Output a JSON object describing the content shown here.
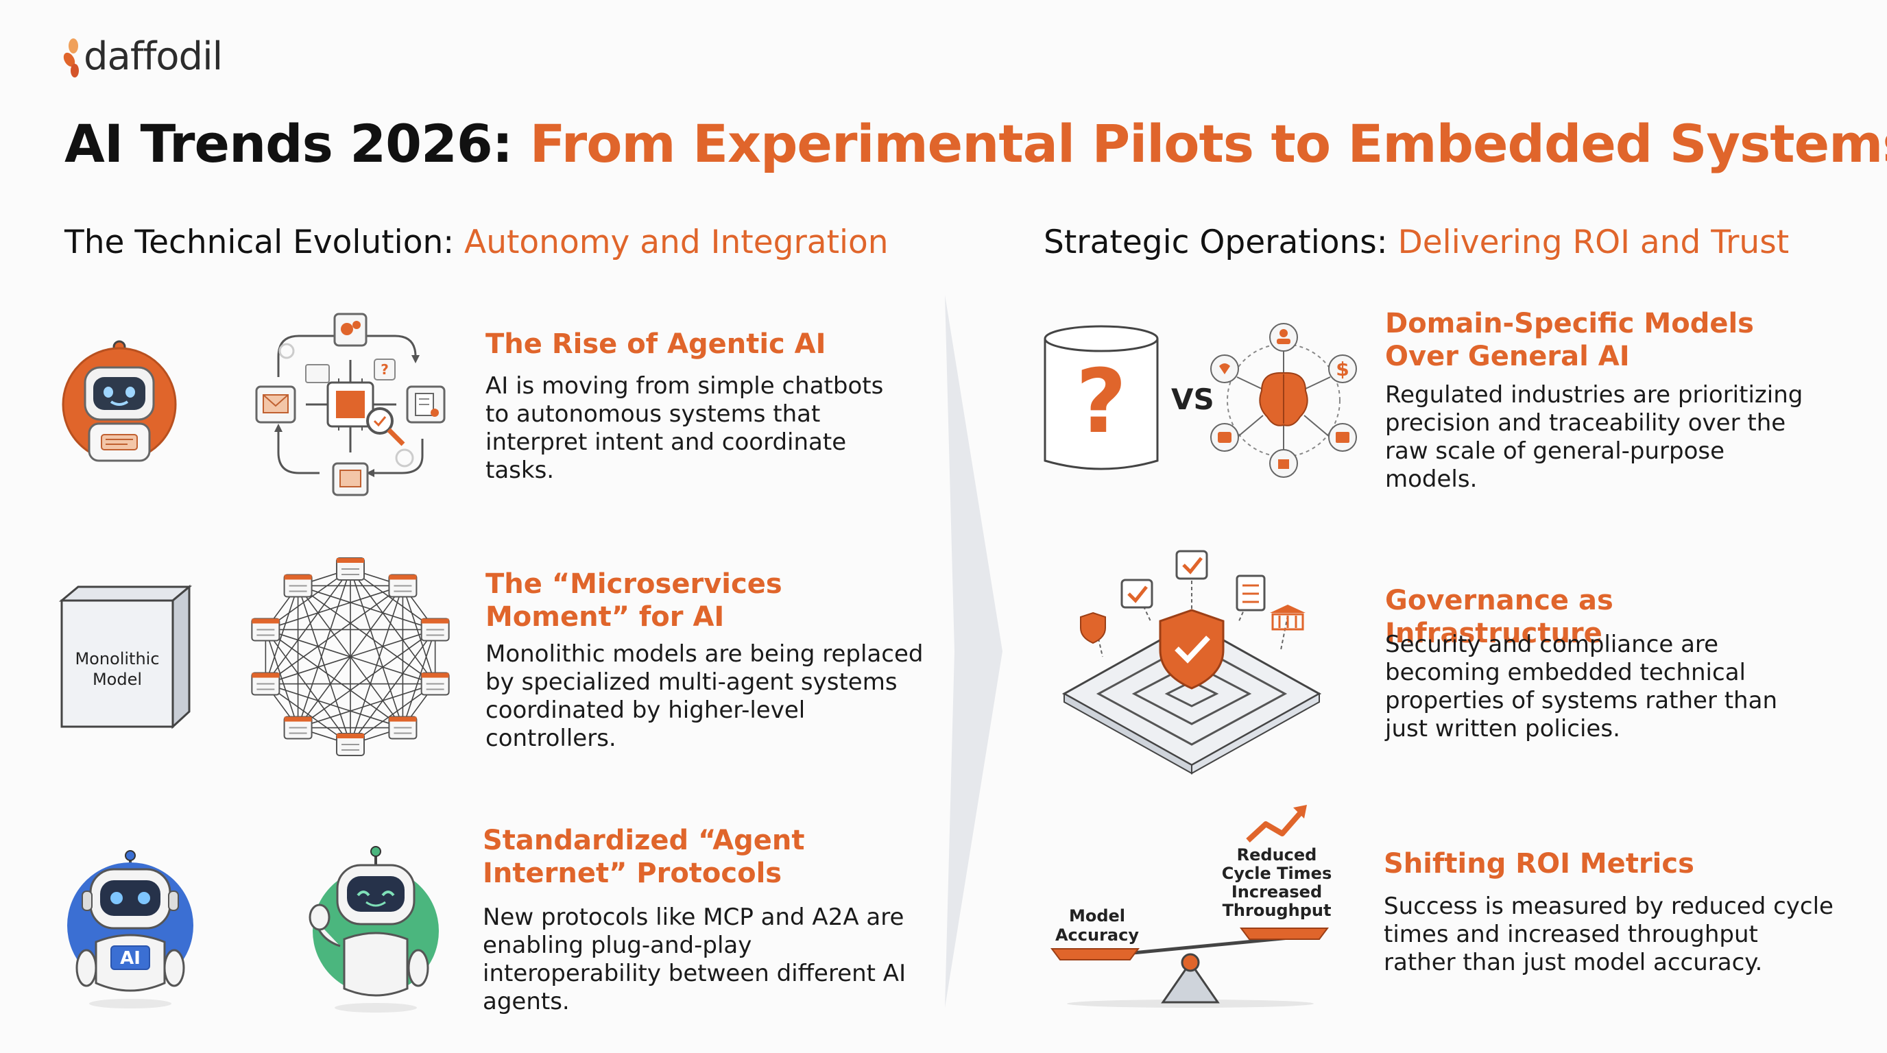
{
  "brand": {
    "name": "daffodil"
  },
  "title": {
    "part1": "AI Trends 2026:",
    "part2": "From Experimental Pilots to Embedded Systems"
  },
  "left": {
    "heading1": "The Technical Evolution:",
    "heading2": "Autonomy and Integration",
    "items": [
      {
        "title": "The Rise of Agentic AI",
        "desc": "AI is moving from simple chatbots to autonomous systems that interpret intent and coordinate tasks."
      },
      {
        "title": "The “Microservices Moment” for AI",
        "desc": "Monolithic models are being replaced by specialized multi-agent systems coordinated by higher-level controllers."
      },
      {
        "title": "Standardized “Agent Internet” Protocols",
        "desc": "New protocols like MCP and A2A are enabling plug-and-play interoperability between different AI agents."
      }
    ],
    "monolith_label": "Monolithic Model",
    "ai_badge": "AI"
  },
  "right": {
    "heading1": "Strategic Operations:",
    "heading2": "Delivering ROI and Trust",
    "items": [
      {
        "title": "Domain-Specific Models Over General AI",
        "desc": "Regulated industries are prioritizing precision and traceability over the raw scale of general-purpose models."
      },
      {
        "title": "Governance as Infrastructure",
        "desc": "Security and compliance are becoming embedded technical properties of systems rather than just written policies."
      },
      {
        "title": "Shifting ROI Metrics",
        "desc": "Success is measured by reduced cycle times and increased throughput rather than just model accuracy."
      }
    ],
    "vs_label": "VS",
    "question_mark": "?",
    "scale_left": "Model Accuracy",
    "scale_right": "Reduced Cycle Times Increased Throughput"
  },
  "colors": {
    "accent": "#e0652b",
    "text": "#141414",
    "blue": "#3b6fd3",
    "green": "#4bb67e"
  }
}
